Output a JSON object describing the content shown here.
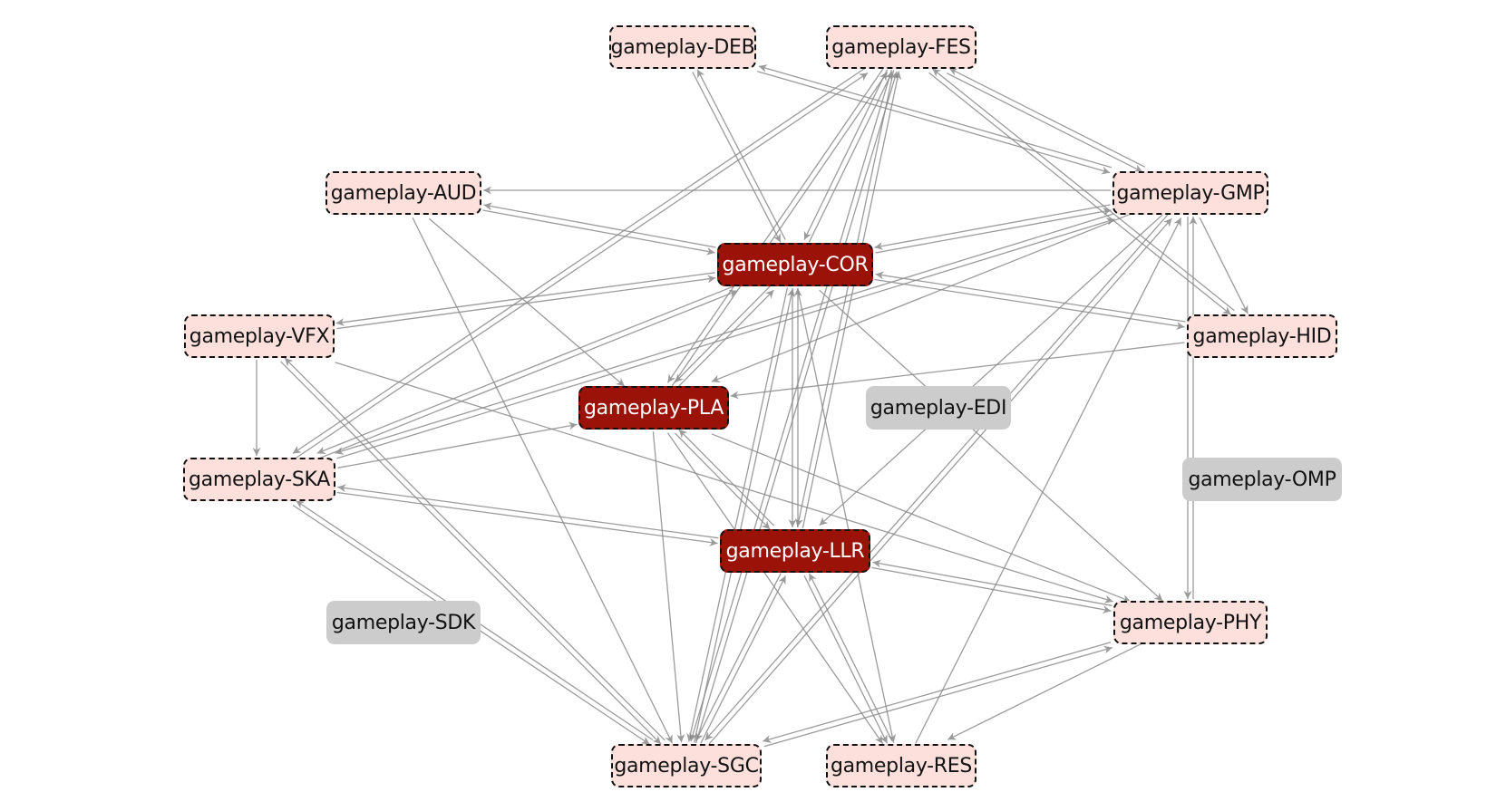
{
  "colors": {
    "core_fill": "#9b1308",
    "normal_fill": "#fde0dc",
    "isolated_fill": "#cccccc",
    "edge": "#8a8a8a"
  },
  "nodes": [
    {
      "id": "DEB",
      "label": "gameplay-DEB",
      "style": "normal"
    },
    {
      "id": "FES",
      "label": "gameplay-FES",
      "style": "normal"
    },
    {
      "id": "AUD",
      "label": "gameplay-AUD",
      "style": "normal"
    },
    {
      "id": "GMP",
      "label": "gameplay-GMP",
      "style": "normal"
    },
    {
      "id": "COR",
      "label": "gameplay-COR",
      "style": "core"
    },
    {
      "id": "VFX",
      "label": "gameplay-VFX",
      "style": "normal"
    },
    {
      "id": "HID",
      "label": "gameplay-HID",
      "style": "normal"
    },
    {
      "id": "PLA",
      "label": "gameplay-PLA",
      "style": "core"
    },
    {
      "id": "EDI",
      "label": "gameplay-EDI",
      "style": "isolated"
    },
    {
      "id": "SKA",
      "label": "gameplay-SKA",
      "style": "normal"
    },
    {
      "id": "OMP",
      "label": "gameplay-OMP",
      "style": "isolated"
    },
    {
      "id": "LLR",
      "label": "gameplay-LLR",
      "style": "core"
    },
    {
      "id": "SDK",
      "label": "gameplay-SDK",
      "style": "isolated"
    },
    {
      "id": "PHY",
      "label": "gameplay-PHY",
      "style": "normal"
    },
    {
      "id": "SGC",
      "label": "gameplay-SGC",
      "style": "normal"
    },
    {
      "id": "RES",
      "label": "gameplay-RES",
      "style": "normal"
    }
  ],
  "edges": [
    [
      "GMP",
      "AUD"
    ],
    [
      "AUD",
      "COR"
    ],
    [
      "COR",
      "AUD"
    ],
    [
      "AUD",
      "PLA"
    ],
    [
      "AUD",
      "SGC"
    ],
    [
      "DEB",
      "COR"
    ],
    [
      "COR",
      "DEB"
    ],
    [
      "GMP",
      "DEB"
    ],
    [
      "DEB",
      "GMP"
    ],
    [
      "COR",
      "FES"
    ],
    [
      "FES",
      "COR"
    ],
    [
      "PLA",
      "FES"
    ],
    [
      "FES",
      "PLA"
    ],
    [
      "LLR",
      "FES"
    ],
    [
      "FES",
      "LLR"
    ],
    [
      "SKA",
      "FES"
    ],
    [
      "FES",
      "SKA"
    ],
    [
      "SGC",
      "FES"
    ],
    [
      "FES",
      "SGC"
    ],
    [
      "FES",
      "GMP"
    ],
    [
      "GMP",
      "FES"
    ],
    [
      "FES",
      "HID"
    ],
    [
      "HID",
      "FES"
    ],
    [
      "GMP",
      "COR"
    ],
    [
      "COR",
      "GMP"
    ],
    [
      "GMP",
      "PLA"
    ],
    [
      "GMP",
      "SKA"
    ],
    [
      "SKA",
      "GMP"
    ],
    [
      "GMP",
      "LLR"
    ],
    [
      "GMP",
      "SGC"
    ],
    [
      "SGC",
      "GMP"
    ],
    [
      "GMP",
      "PHY"
    ],
    [
      "PHY",
      "GMP"
    ],
    [
      "GMP",
      "HID"
    ],
    [
      "RES",
      "GMP"
    ],
    [
      "COR",
      "VFX"
    ],
    [
      "VFX",
      "COR"
    ],
    [
      "COR",
      "SKA"
    ],
    [
      "SKA",
      "COR"
    ],
    [
      "COR",
      "HID"
    ],
    [
      "HID",
      "COR"
    ],
    [
      "COR",
      "PLA"
    ],
    [
      "PLA",
      "COR"
    ],
    [
      "COR",
      "LLR"
    ],
    [
      "LLR",
      "COR"
    ],
    [
      "COR",
      "SGC"
    ],
    [
      "SGC",
      "COR"
    ],
    [
      "COR",
      "PHY"
    ],
    [
      "COR",
      "RES"
    ],
    [
      "VFX",
      "SKA"
    ],
    [
      "VFX",
      "PHY"
    ],
    [
      "VFX",
      "SGC"
    ],
    [
      "SGC",
      "VFX"
    ],
    [
      "SKA",
      "PLA"
    ],
    [
      "SKA",
      "LLR"
    ],
    [
      "LLR",
      "SKA"
    ],
    [
      "SKA",
      "SGC"
    ],
    [
      "SGC",
      "SKA"
    ],
    [
      "HID",
      "PLA"
    ],
    [
      "PLA",
      "LLR"
    ],
    [
      "LLR",
      "PLA"
    ],
    [
      "PLA",
      "PHY"
    ],
    [
      "PLA",
      "SGC"
    ],
    [
      "PLA",
      "RES"
    ],
    [
      "LLR",
      "PHY"
    ],
    [
      "PHY",
      "LLR"
    ],
    [
      "LLR",
      "SGC"
    ],
    [
      "SGC",
      "LLR"
    ],
    [
      "LLR",
      "RES"
    ],
    [
      "RES",
      "LLR"
    ],
    [
      "PHY",
      "SGC"
    ],
    [
      "SGC",
      "PHY"
    ],
    [
      "PHY",
      "RES"
    ]
  ]
}
